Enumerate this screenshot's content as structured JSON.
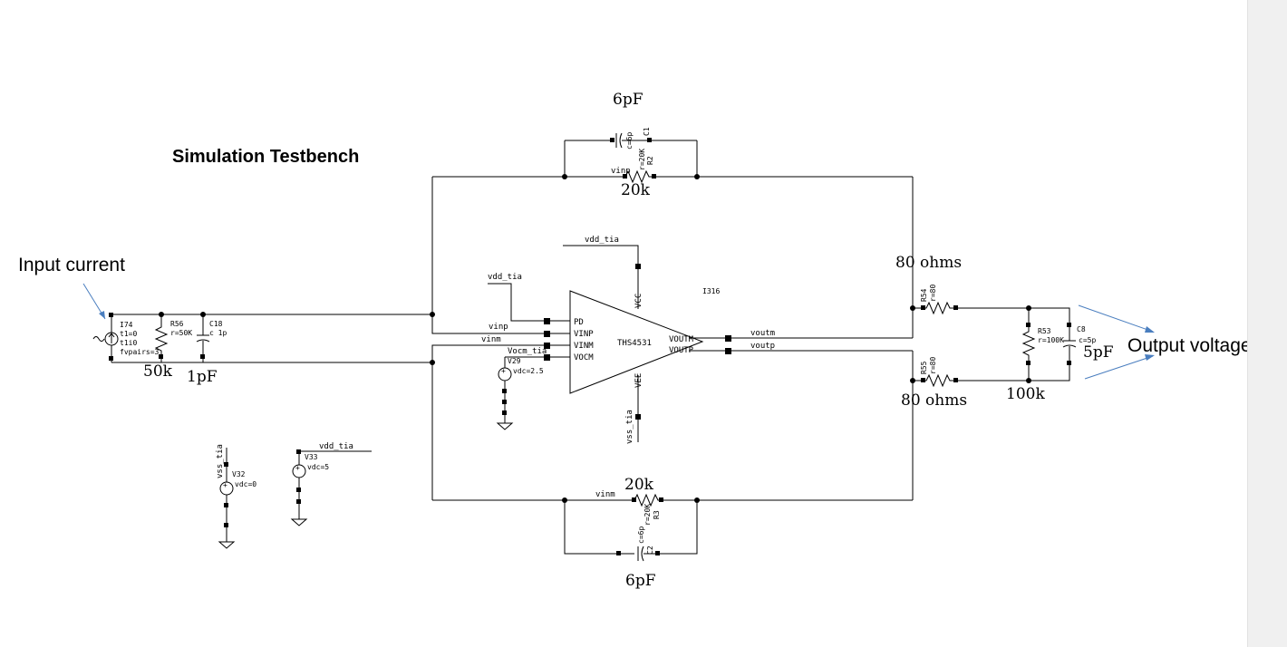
{
  "title": "Simulation Testbench",
  "annotations": {
    "input_current": "Input current",
    "output_voltage": "Output voltage"
  },
  "values": {
    "cf_top": "6pF",
    "rf_top": "20k",
    "cf_bot": "6pF",
    "rf_bot": "20k",
    "rs_top": "80 ohms",
    "rs_bot": "80 ohms",
    "r_in": "50k",
    "c_in": "1pF",
    "r_load": "100k",
    "c_load": "5pF"
  },
  "opamp": {
    "name": "THS4531",
    "instance": "I316",
    "pins": {
      "pd": "PD",
      "vinp": "VINP",
      "vinm": "VINM",
      "vocm": "VOCM",
      "voutm": "VOUTM",
      "voutp": "VOUTP",
      "vcc": "VCC",
      "vee": "VEE"
    }
  },
  "nets": {
    "vinp": "vinp",
    "vinm": "vinm",
    "voutm": "voutm",
    "voutp": "voutp",
    "vdd_tia": "vdd_tia",
    "vss_tia": "vss_tia",
    "vocm_tia": "Vocm_tia",
    "vinp_top": "vinp",
    "vinm_bot": "vinm"
  },
  "components": {
    "c1": {
      "name": "C1",
      "param": "c=6p"
    },
    "r2": {
      "name": "R2",
      "param": "r=20K"
    },
    "c2": {
      "name": "C2",
      "param": "c=6p"
    },
    "r3": {
      "name": "R3",
      "param": "r=20K"
    },
    "r54": {
      "name": "R54",
      "param": "r=80"
    },
    "r55": {
      "name": "R55",
      "param": "r=80"
    },
    "r53": {
      "name": "R53",
      "param": "r=100K"
    },
    "c8": {
      "name": "C8",
      "param": "c=5p"
    },
    "i74": {
      "name": "I74",
      "p1": "t1=0",
      "p2": "t1i0",
      "p3": "fvpairs=3"
    },
    "r56": {
      "name": "R56",
      "param": "r=50K"
    },
    "c18": {
      "name": "C18",
      "param": "c 1p"
    },
    "v29": {
      "name": "V29",
      "param": "vdc=2.5"
    },
    "v32": {
      "name": "V32",
      "param": "vdc=0"
    },
    "v33": {
      "name": "V33",
      "param": "vdc=5"
    }
  }
}
